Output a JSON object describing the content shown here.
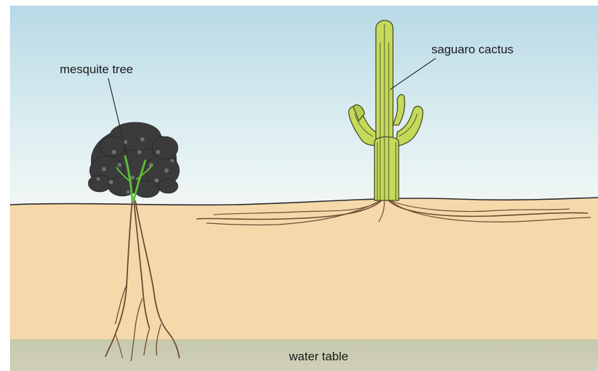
{
  "labels": {
    "mesquite": "mesquite tree",
    "saguaro": "saguaro cactus",
    "water_table": "water table"
  },
  "colors": {
    "sky_top": "#b9d9e6",
    "sky_bottom": "#eef6f6",
    "soil": "#f6d9ac",
    "water_table": "#c9cbb2",
    "cactus": "#c3d95a",
    "cactus_outline": "#4a4a2a",
    "tree_foliage": "#3a3a3a",
    "tree_trunk": "#5cb83a",
    "root": "#6b4a2f"
  }
}
